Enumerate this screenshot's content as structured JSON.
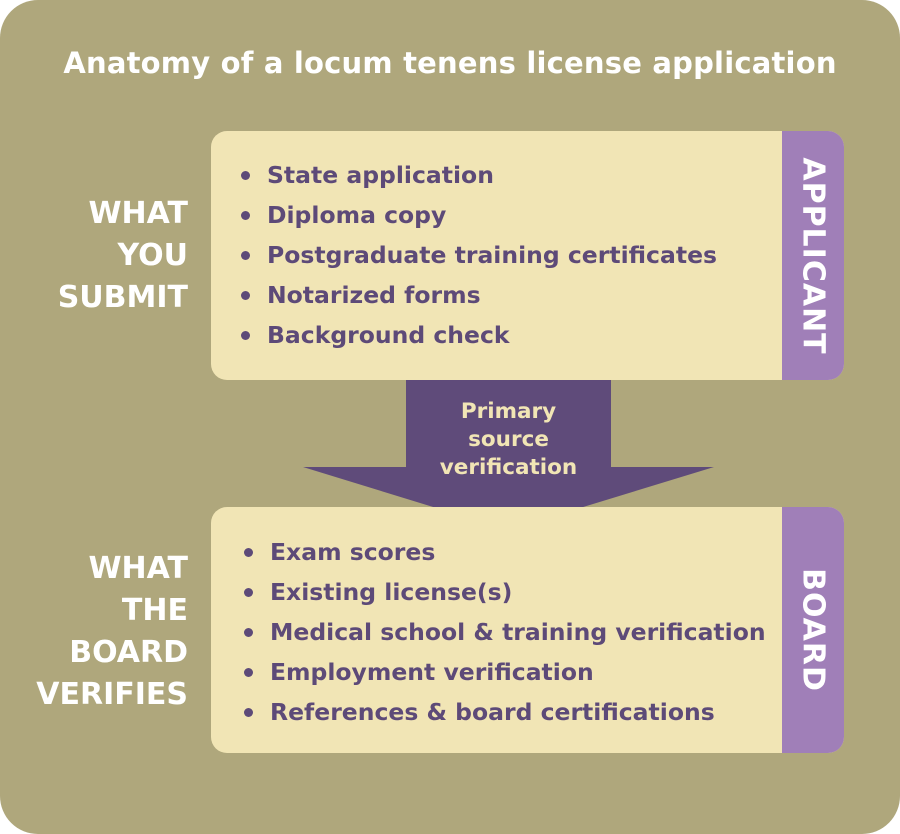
{
  "title": "Anatomy of a locum tenens license application",
  "applicant_section": {
    "side_label": "WHAT\nYOU\nSUBMIT",
    "tab_label": "APPLICANT",
    "items": [
      "State application",
      "Diploma copy",
      "Postgraduate training certificates",
      "Notarized forms",
      "Background check"
    ]
  },
  "arrow": {
    "label": "Primary\nsource\nverification"
  },
  "board_section": {
    "side_label": "WHAT\nTHE\nBOARD\nVERIFIES",
    "tab_label": "BOARD",
    "items": [
      "Exam scores",
      "Existing license(s)",
      "Medical school & training verification",
      "Employment verification",
      "References & board certifications"
    ]
  },
  "colors": {
    "background": "#afa77c",
    "box": "#f1e5b5",
    "tab": "#a07fb8",
    "text_dark": "#5d4a78",
    "arrow": "#5f4b7a"
  }
}
